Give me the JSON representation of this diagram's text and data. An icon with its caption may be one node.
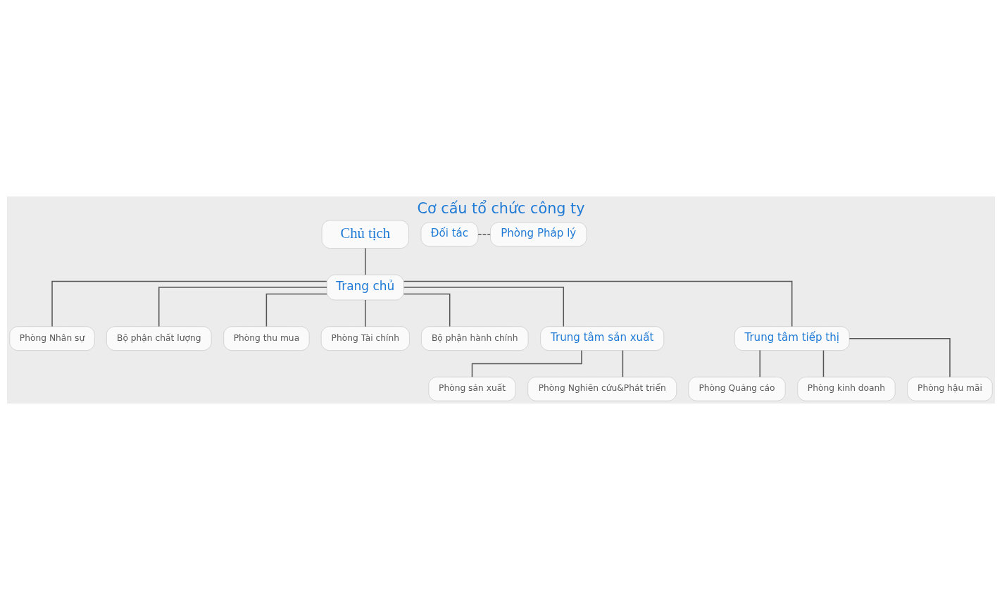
{
  "diagram": {
    "title": "Cơ cấu tổ chức công ty",
    "nodes": [
      {
        "text": [
          "Chủ tịch"
        ]
      },
      {
        "text": [
          "Đối tác"
        ]
      },
      {
        "text": [
          "Phòng Pháp lý"
        ]
      },
      {
        "text": [
          "Trang chủ"
        ]
      },
      {
        "text": [
          "Phòng Nhân sự"
        ]
      },
      {
        "text": [
          "Bộ phận chất lượng"
        ]
      },
      {
        "text": [
          "Phòng thu mua"
        ]
      },
      {
        "text": [
          "Phòng Tài chính"
        ]
      },
      {
        "text": [
          "Bộ phận hành chính"
        ]
      },
      {
        "text": [
          "Trung tâm sản xuất"
        ]
      },
      {
        "text": [
          "Phòng sản xuất"
        ]
      },
      {
        "text": [
          "Phòng Nghiên cứu&Phát triển"
        ]
      },
      {
        "text": [
          "Trung tâm tiếp thị"
        ]
      },
      {
        "text": [
          "Phòng Quảng cáo"
        ]
      },
      {
        "text": [
          "Phòng kinh doanh"
        ]
      },
      {
        "text": [
          "Phòng hậu mãi"
        ]
      }
    ],
    "edges": [
      {
        "from": 0,
        "to": 3,
        "arrow": "none"
      },
      {
        "from": 1,
        "to": 2,
        "arrow": "none",
        "style": "dashed"
      },
      {
        "from": 3,
        "to": 4,
        "arrow": "none"
      },
      {
        "from": 3,
        "to": 5,
        "arrow": "none"
      },
      {
        "from": 3,
        "to": 6,
        "arrow": "none"
      },
      {
        "from": 3,
        "to": 7,
        "arrow": "none"
      },
      {
        "from": 3,
        "to": 8,
        "arrow": "none"
      },
      {
        "from": 3,
        "to": 9,
        "arrow": "none"
      },
      {
        "from": 3,
        "to": 12,
        "arrow": "none"
      },
      {
        "from": 9,
        "to": 10,
        "arrow": "none"
      },
      {
        "from": 9,
        "to": 11,
        "arrow": "none"
      },
      {
        "from": 12,
        "to": 13,
        "arrow": "none"
      },
      {
        "from": 12,
        "to": 14,
        "arrow": "none"
      },
      {
        "from": 12,
        "to": 15,
        "arrow": "none"
      }
    ]
  }
}
